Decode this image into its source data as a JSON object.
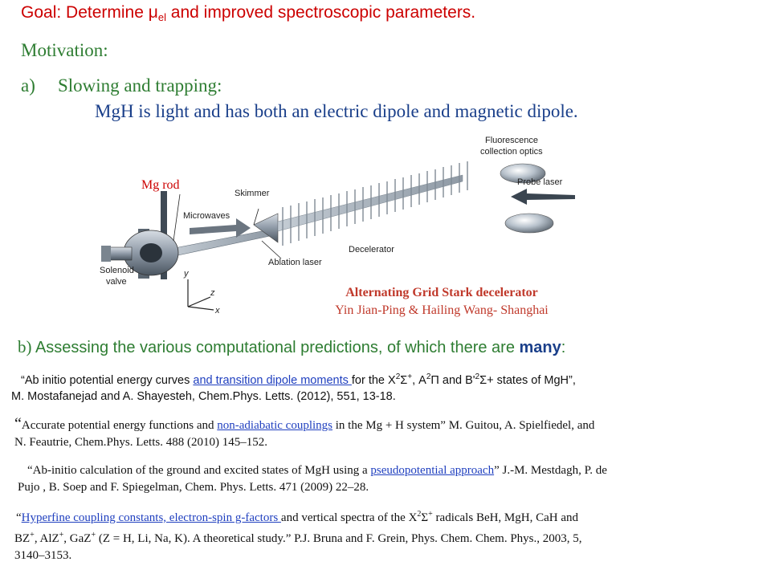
{
  "goal": {
    "prefix": "Goal: Determine ",
    "mu": "μ",
    "mu_sub": "el",
    "suffix": " and improved spectroscopic parameters."
  },
  "motivation": "Motivation:",
  "item_a": {
    "marker": "a)",
    "title": "Slowing and trapping:",
    "detail": "MgH  is light and has both an electric dipole and magnetic dipole."
  },
  "figure": {
    "mg_rod": "Mg rod",
    "labels": {
      "fluorescence1": "Fluorescence",
      "fluorescence2": "collection optics",
      "skimmer": "Skimmer",
      "microwaves": "Microwaves",
      "probe_laser": "Probe laser",
      "solenoid1": "Solenoid",
      "solenoid2": "valve",
      "ablation": "Ablation laser",
      "decelerator": "Decelerator",
      "axis_y": "y",
      "axis_z": "z",
      "axis_x": "x"
    },
    "caption_title": "Alternating Grid Stark decelerator",
    "caption_authors": "Yin Jian-Ping & Hailing Wang- Shanghai"
  },
  "item_b": {
    "marker": "b)",
    "text": " Assessing the various computational predictions, of which there are ",
    "many": "many",
    "end": ":"
  },
  "refs": {
    "r1": {
      "q": "“Ab initio potential energy curves ",
      "link": "and transition dipole moments ",
      "t1": "for the X",
      "s1": "2",
      "t2": "Σ",
      "s2": "+",
      "t3": ", A",
      "s3": "2",
      "t4": "Π and B'",
      "s4": "2",
      "t5": "Σ+ states of MgH”,",
      "line2": "M. Mostafanejad and  A. Shayesteh, Chem.Phys. Letts. (2012), 551, 13-18."
    },
    "r2": {
      "q": "“",
      "t1": "Accurate potential energy functions and ",
      "link": "non-adiabatic couplings",
      "t2": " in the Mg + H system” M. Guitou, A. Spielfiedel, and",
      "line2": "N. Feautrie, Chem.Phys. Letts. 488 (2010) 145–152."
    },
    "r3": {
      "t1": "“Ab-initio calculation of the ground and excited states of MgH using a ",
      "link": "pseudopotential approach",
      "t2": "” J.-M. Mestdagh, P. de",
      "line2": "Pujo , B. Soep and  F. Spiegelman,  Chem. Phys. Letts. 471 (2009) 22–28."
    },
    "r4": {
      "q": "“",
      "link": "Hyperfine coupling constants, electron-spin g-factors ",
      "t1": "and vertical spectra of the X",
      "s1": "2",
      "t2": "Σ",
      "s2": "+",
      "t3": " radicals BeH, MgH, CaH and",
      "line2a": "BZ",
      "s3": "+",
      "line2b": ", AlZ",
      "s4": "+",
      "line2c": ", GaZ",
      "s5": "+",
      "line2d": " (Z = H, Li, Na, K). A theoretical study.” P.J. Bruna and F. Grein,  Phys. Chem. Chem. Phys., 2003, 5,",
      "line3": "3140–3153."
    }
  }
}
